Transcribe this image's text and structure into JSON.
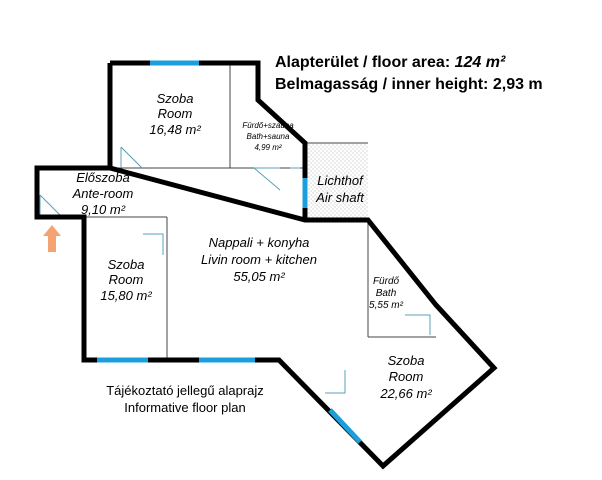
{
  "header": {
    "area_label": "Alapterület / floor area:",
    "area_value": "124 m²",
    "height_label": "Belmagasság / inner height:",
    "height_value": "2,93 m"
  },
  "rooms": {
    "room_top": {
      "hu": "Szoba",
      "en": "Room",
      "area": "16,48 m²"
    },
    "bath_sauna": {
      "hu": "Fürdő+szauna",
      "en": "Bath+sauna",
      "area": "4,99 m²"
    },
    "anteroom": {
      "hu": "Előszoba",
      "en": "Ante-room",
      "area": "9,10 m²"
    },
    "airshaft": {
      "hu": "Lichthof",
      "en": "Air shaft"
    },
    "living": {
      "hu": "Nappali + konyha",
      "en": "Livin room + kitchen",
      "area": "55,05 m²"
    },
    "room_left": {
      "hu": "Szoba",
      "en": "Room",
      "area": "15,80 m²"
    },
    "bath": {
      "hu": "Fürdő",
      "en": "Bath",
      "area": "5,55 m²"
    },
    "room_right": {
      "hu": "Szoba",
      "en": "Room",
      "area": "22,66 m²"
    }
  },
  "footer": {
    "hu": "Tájékoztató jellegű alaprajz",
    "en": "Informative floor plan"
  },
  "colors": {
    "wall": "#000000",
    "window": "#1a9fdc",
    "entrance_arrow": "#f4a373",
    "door": "#5aa0b8"
  }
}
